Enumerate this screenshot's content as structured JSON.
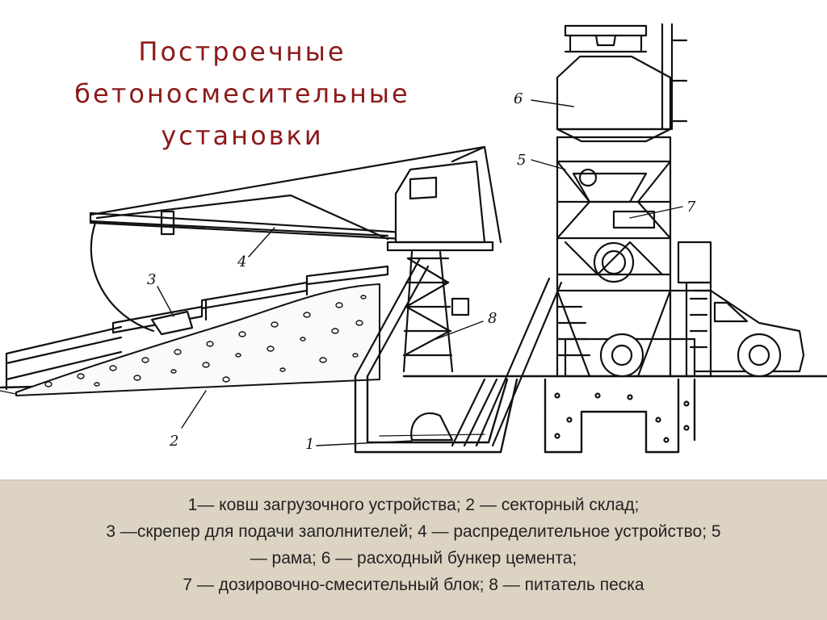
{
  "title": {
    "line1": "Построечные",
    "line2": "бетоносмесительные",
    "line3": "установки"
  },
  "diagram_labels": {
    "l1": "1",
    "l2": "2",
    "l3": "3",
    "l4": "4",
    "l5": "5",
    "l6": "6",
    "l7": "7",
    "l8": "8"
  },
  "caption": {
    "line1": "1— ковш загрузочного устройства; 2 — секторный склад;",
    "line2": "3 —скрепер для подачи заполнителей; 4 — распределительное устройство; 5",
    "line3": "— рама; 6 — расходный бункер цемента;",
    "line4": "7 — дозировочно-смесительный блок; 8 — питатель песка"
  },
  "colors": {
    "title": "#8b1a1a",
    "caption_background": "#ddd3c3",
    "ink": "#111111"
  }
}
